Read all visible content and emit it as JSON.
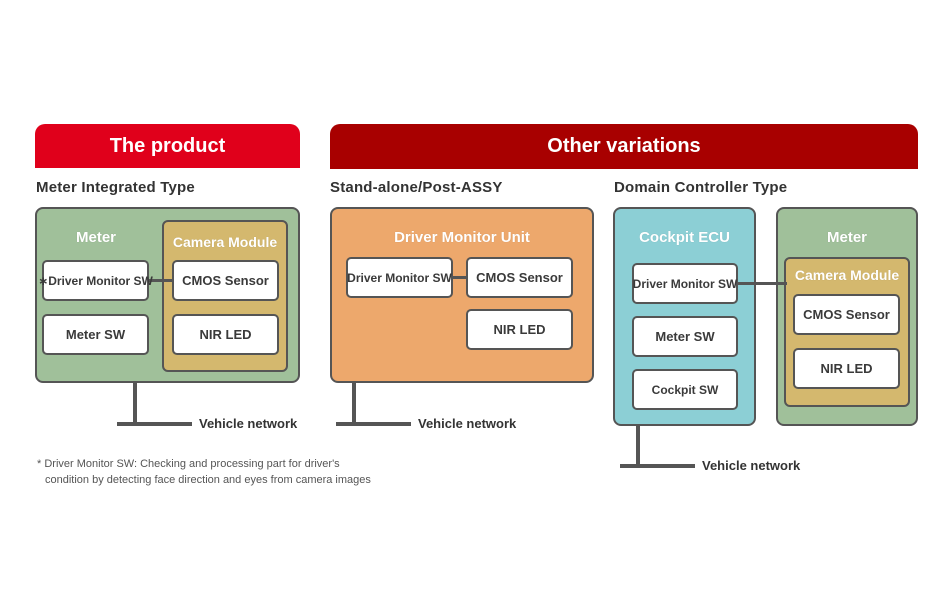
{
  "headers": {
    "product": "The product",
    "variations": "Other variations"
  },
  "sections": {
    "meter_integrated": {
      "subtitle": "Meter Integrated Type",
      "meter_title": "Meter",
      "camera_module_title": "Camera Module",
      "driver_monitor_sw": "∗Driver Monitor SW",
      "meter_sw": "Meter SW",
      "cmos_sensor": "CMOS Sensor",
      "nir_led": "NIR LED",
      "network": "Vehicle network"
    },
    "standalone": {
      "subtitle": "Stand-alone/Post-ASSY",
      "unit_title": "Driver Monitor Unit",
      "driver_monitor_sw": "Driver Monitor SW",
      "cmos_sensor": "CMOS Sensor",
      "nir_led": "NIR LED",
      "network": "Vehicle network"
    },
    "domain_controller": {
      "subtitle": "Domain Controller Type",
      "ecu_title": "Cockpit ECU",
      "driver_monitor_sw": "Driver Monitor SW",
      "meter_sw": "Meter SW",
      "cockpit_sw": "Cockpit SW",
      "meter_title": "Meter",
      "camera_module_title": "Camera Module",
      "cmos_sensor": "CMOS Sensor",
      "nir_led": "NIR LED",
      "network": "Vehicle network"
    }
  },
  "footnote": {
    "line1": "* Driver Monitor SW: Checking and processing part for driver's",
    "line2": "condition by detecting face direction and eyes from camera images"
  }
}
